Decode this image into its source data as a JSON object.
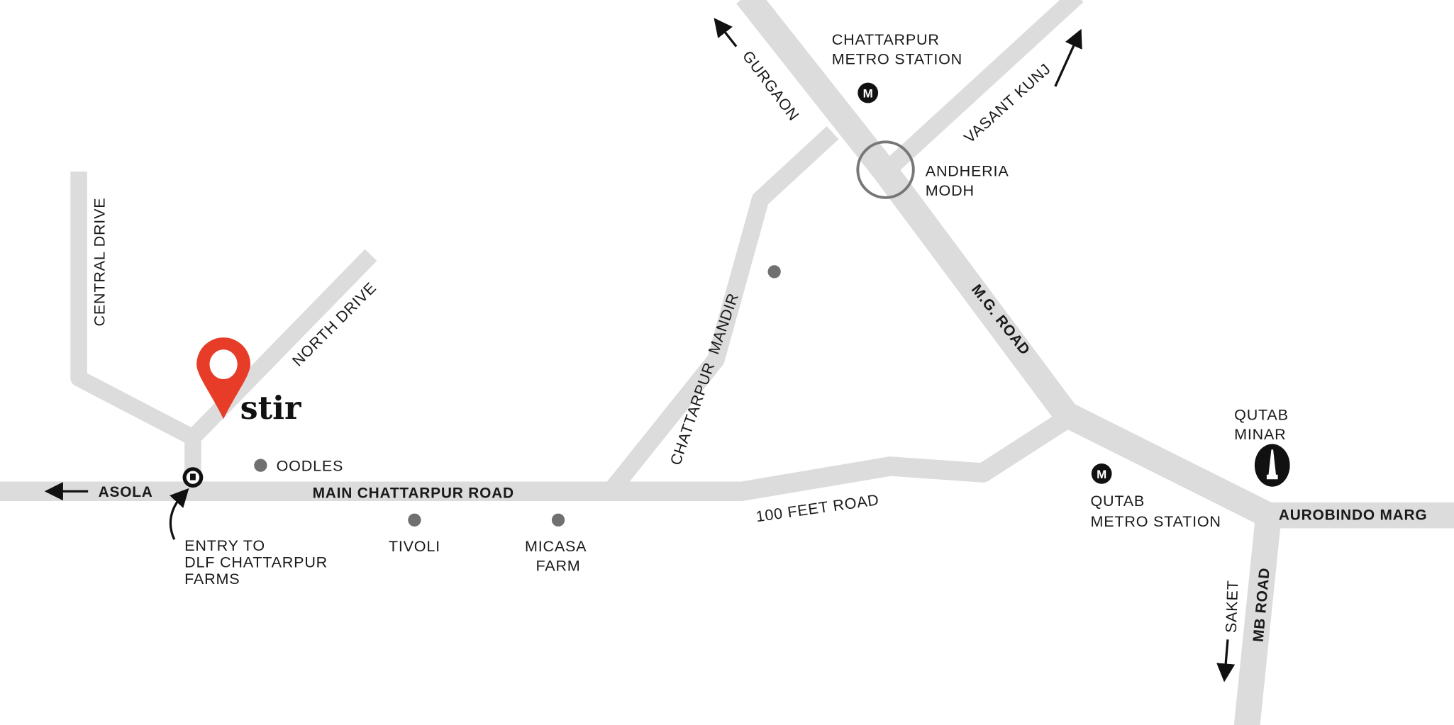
{
  "colors": {
    "road": "#dcdcdd",
    "pin": "#e63c28",
    "poi_dot": "#707070",
    "text": "#1a1a1a",
    "roundabout": "#777777"
  },
  "brand": {
    "logo_text": "stir"
  },
  "roads": {
    "central_drive": "CENTRAL DRIVE",
    "north_drive": "NORTH DRIVE",
    "main_chattarpur_road": "MAIN CHATTARPUR ROAD",
    "hundred_feet_road": "100 FEET ROAD",
    "chattarpur_mandir": "CHATTARPUR  MANDIR",
    "mg_road": "M.G. ROAD",
    "aurobindo_marg": "AUROBINDO MARG",
    "mb_road": "MB ROAD"
  },
  "directions": {
    "asola": "ASOLA",
    "gurgaon": "GURGAON",
    "vasant_kunj": "VASANT KUNJ",
    "saket": "SAKET"
  },
  "places": {
    "oodles": "OODLES",
    "tivoli": "TIVOLI",
    "micasa": [
      "MICASA",
      "FARM"
    ],
    "entry": [
      "ENTRY TO",
      "DLF CHATTARPUR",
      "FARMS"
    ],
    "chattarpur_metro": [
      "CHATTARPUR",
      "METRO STATION"
    ],
    "andheria_modh": [
      "ANDHERIA",
      "MODH"
    ],
    "qutab_metro": [
      "QUTAB",
      "METRO STATION"
    ],
    "qutab_minar": [
      "QUTAB",
      "MINAR"
    ],
    "metro_icon_letter": "M"
  }
}
